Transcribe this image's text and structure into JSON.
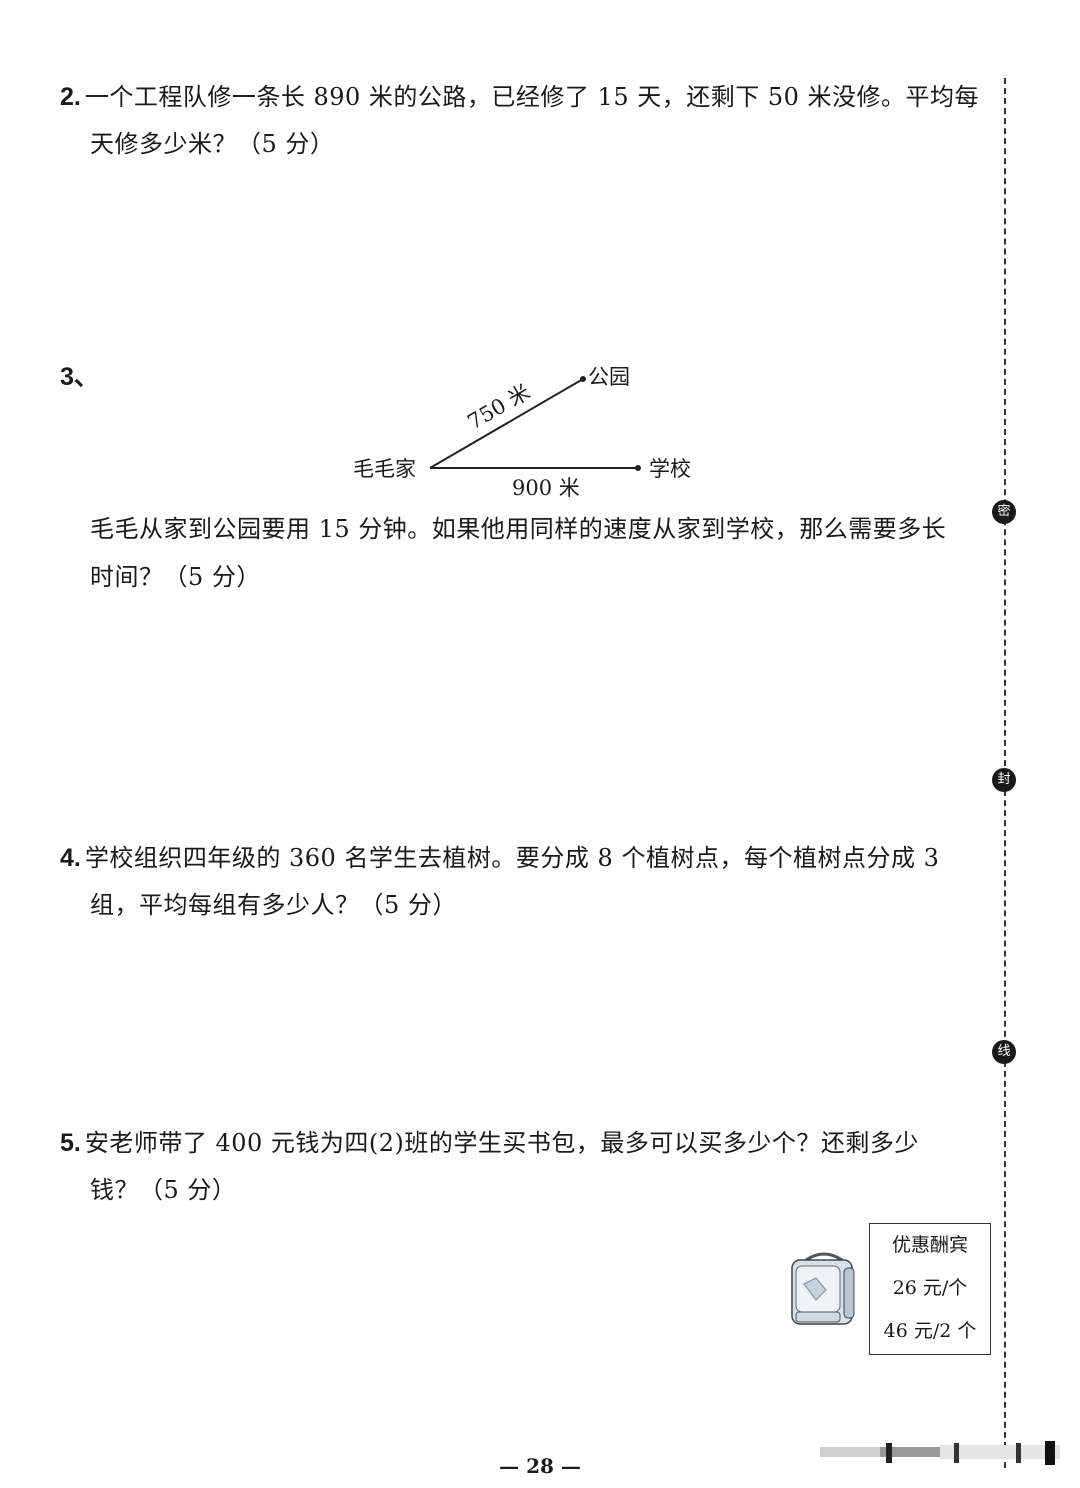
{
  "q2": {
    "num": "2.",
    "line1": "一个工程队修一条长 890 米的公路，已经修了 15 天，还剩下 50 米没修。平均每",
    "line2": "天修多少米？（5 分）"
  },
  "q3": {
    "num": "3、",
    "diagram": {
      "home": "毛毛家",
      "park": "公园",
      "school": "学校",
      "dist_park": "750 米",
      "dist_school": "900 米"
    },
    "line1": "毛毛从家到公园要用 15 分钟。如果他用同样的速度从家到学校，那么需要多长",
    "line2": "时间？（5 分）"
  },
  "q4": {
    "num": "4.",
    "line1": "学校组织四年级的 360 名学生去植树。要分成 8 个植树点，每个植树点分成 3",
    "line2": "组，平均每组有多少人？（5 分）"
  },
  "q5": {
    "num": "5.",
    "line1": "安老师带了 400 元钱为四(2)班的学生买书包，最多可以买多少个？还剩多少",
    "line2": "钱？（5 分）",
    "price_box": {
      "title": "优惠酬宾",
      "price1": "26 元/个",
      "price2": "46 元/2 个"
    },
    "image": "backpack-illustration"
  },
  "binding": {
    "mark1": "密",
    "mark2": "封",
    "mark3": "线"
  },
  "footer": {
    "page": "— 28 —"
  }
}
